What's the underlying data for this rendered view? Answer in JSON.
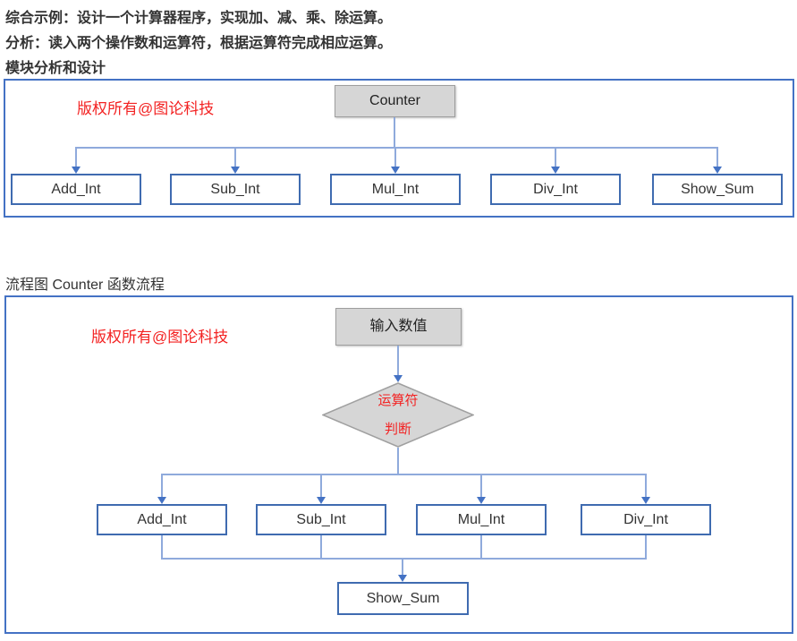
{
  "page": {
    "heading_line1": "综合示例：设计一个计算器程序，实现加、减、乘、除运算。",
    "heading_line2": "分析：读入两个操作数和运算符，根据运算符完成相应运算。",
    "heading_line3": "模块分析和设计",
    "flowchart_caption": "流程图 Counter 函数流程"
  },
  "colors": {
    "frame_border_blue": "#4472c4",
    "box_border_blue": "#3f6bb0",
    "connector_light_blue": "#8faadc",
    "arrowhead_blue": "#4472c4",
    "gray_box_fill": "#d6d6d6",
    "gray_box_border": "#9e9e9e",
    "watermark_red": "#f32222",
    "text_dark": "#333333"
  },
  "module_diagram": {
    "watermark": "版权所有@图论科技",
    "root": "Counter",
    "children": [
      "Add_Int",
      "Sub_Int",
      "Mul_Int",
      "Div_Int",
      "Show_Sum"
    ]
  },
  "flow_diagram": {
    "watermark": "版权所有@图论科技",
    "start": "输入数值",
    "decision_line1": "运算符",
    "decision_line2": "判断",
    "branches": [
      "Add_Int",
      "Sub_Int",
      "Mul_Int",
      "Div_Int"
    ],
    "end": "Show_Sum"
  }
}
